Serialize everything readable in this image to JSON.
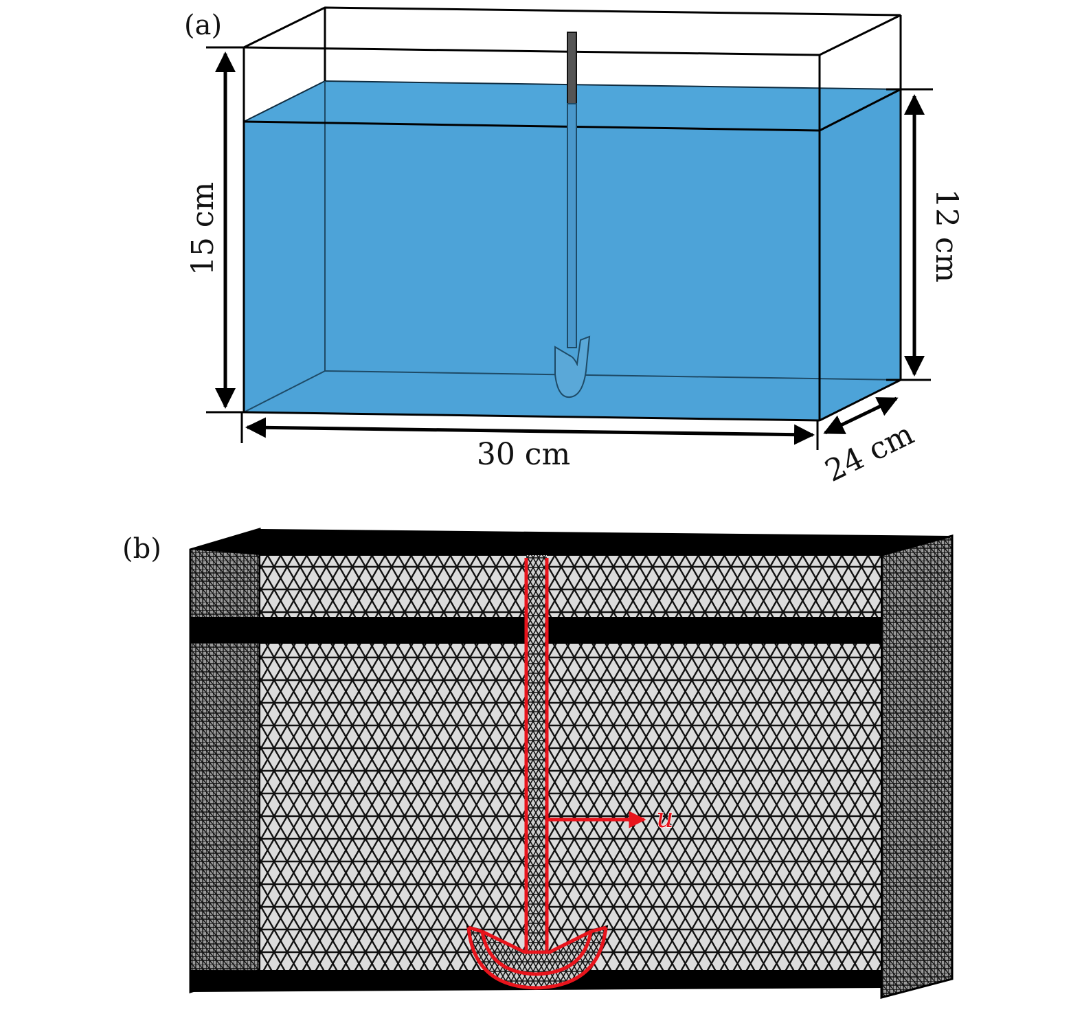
{
  "panel_a": {
    "label": "(a)",
    "dim_height_tank": "15 cm",
    "dim_height_water": "12 cm",
    "dim_length": "30 cm",
    "dim_width": "24 cm"
  },
  "panel_b": {
    "label": "(b)",
    "velocity_symbol": "u"
  },
  "colors": {
    "water": "#4da3d8",
    "water_edge": "#0f2c40",
    "mesh_fill": "#dcdcdc",
    "mesh_line": "#111111",
    "impeller_highlight": "#e8141c",
    "outline": "#000000"
  }
}
